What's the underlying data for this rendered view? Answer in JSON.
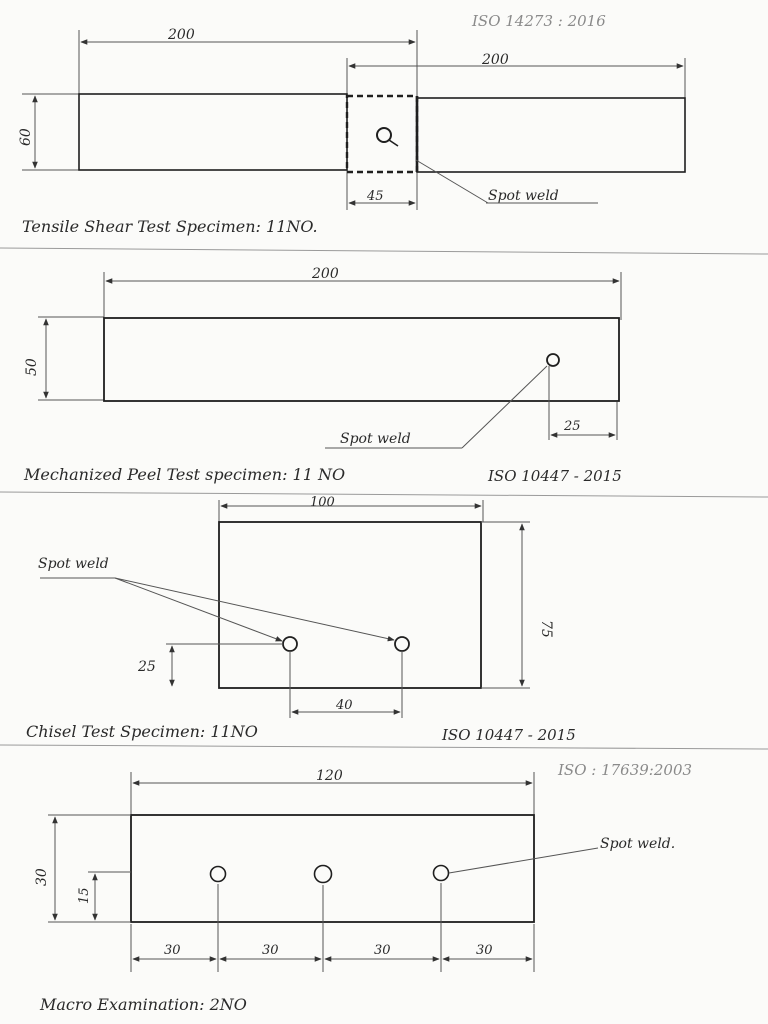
{
  "sections": {
    "tensile": {
      "standard": "ISO 14273 : 2016",
      "caption": "Tensile Shear Test Specimen: 11NO.",
      "dim_top_left": "200",
      "dim_top_right": "200",
      "dim_height": "60",
      "dim_overlap": "45",
      "weld_label": "Spot weld"
    },
    "peel": {
      "standard": "ISO 10447 - 2015",
      "caption": "Mechanized Peel Test specimen: 11 NO",
      "dim_length": "200",
      "dim_height": "50",
      "dim_offset": "25",
      "weld_label": "Spot weld"
    },
    "chisel": {
      "standard": "ISO 10447 - 2015",
      "caption": "Chisel Test Specimen: 11NO",
      "dim_width": "100",
      "dim_height": "75",
      "dim_spacing": "40",
      "dim_offset": "25",
      "weld_label": "Spot weld"
    },
    "macro": {
      "standard": "ISO : 17639:2003",
      "caption": "Macro Examination: 2NO",
      "dim_length": "120",
      "dim_height": "30",
      "dim_half": "15",
      "seg_1": "30",
      "seg_2": "30",
      "seg_3": "30",
      "seg_4": "30",
      "weld_label": "Spot weld."
    }
  }
}
